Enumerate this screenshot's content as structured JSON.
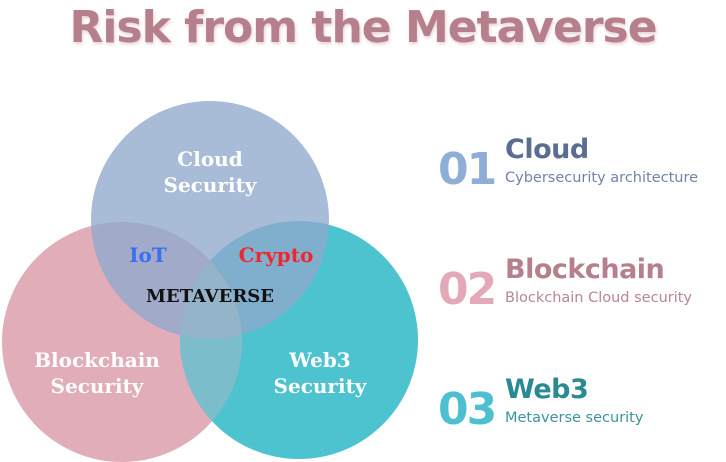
{
  "title": "Risk from the Metaverse",
  "venn": {
    "circles": [
      {
        "label_line1": "Cloud",
        "label_line2": "Security",
        "color": "#8fa9cc"
      },
      {
        "label_line1": "Blockchain",
        "label_line2": "Security",
        "color": "#e0adb9"
      },
      {
        "label_line1": "Web3",
        "label_line2": "Security",
        "color": "#4cc3cf"
      }
    ],
    "intersections": {
      "cloud_blockchain": {
        "label": "IoT",
        "color": "#3f6df0"
      },
      "cloud_web3": {
        "label": "Crypto",
        "color": "#f0262e"
      },
      "center": {
        "label": "METAVERSE",
        "color": "#111111"
      }
    }
  },
  "list": [
    {
      "number": "01",
      "heading": "Cloud",
      "description": "Cybersecurity architecture",
      "number_color": "#8eaed6",
      "heading_color": "#5b6e92",
      "desc_color": "#6f84a8"
    },
    {
      "number": "02",
      "heading": "Blockchain",
      "description": "Blockchain Cloud security",
      "number_color": "#e3a9b8",
      "heading_color": "#b57f8b",
      "desc_color": "#b78593"
    },
    {
      "number": "03",
      "heading": "Web3",
      "description": "Metaverse security",
      "number_color": "#4cc0d0",
      "heading_color": "#2a8a92",
      "desc_color": "#3a949b"
    }
  ]
}
